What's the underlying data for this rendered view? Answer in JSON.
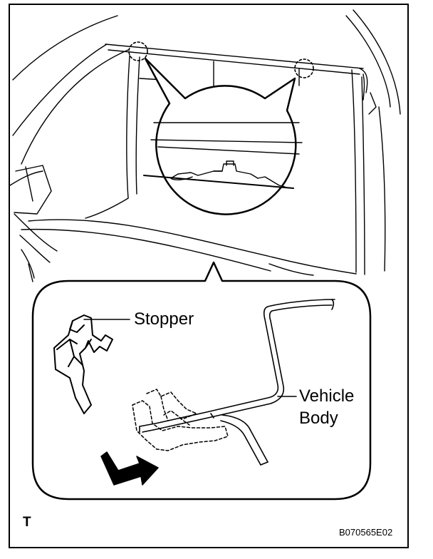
{
  "labels": {
    "stopper": "Stopper",
    "vehicle_body_line1": "Vehicle",
    "vehicle_body_line2": "Body",
    "view_marker": "T",
    "figure_code": "B070565E02"
  }
}
